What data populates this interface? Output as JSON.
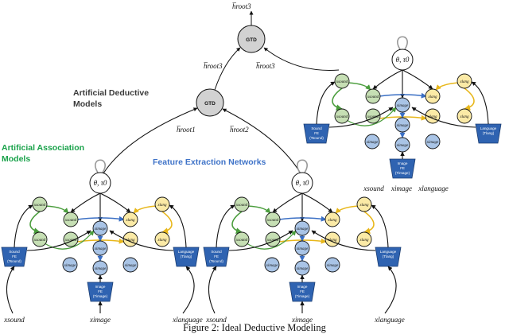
{
  "colors": {
    "green_node": "#c6dfb4",
    "yellow_node": "#fbeaa6",
    "blue_node": "#a9c4e6",
    "fe_block": "#2f63b1",
    "gtd_node": "#d2d2d2",
    "green_edge": "#4a9d3c",
    "yellow_edge": "#e8b71b",
    "blue_edge": "#3a6fc4",
    "heading_green": "#19a24a",
    "heading_blue": "#3f73c8",
    "heading_gray": "#3a3a3a"
  },
  "headings": {
    "deductive": [
      "Artificial Deductive",
      "Models"
    ],
    "association": [
      "Artificial Association",
      "Models"
    ],
    "feature": "Feature Extraction Networks"
  },
  "gtd": {
    "label": "GTD",
    "top_output": "h̅root3",
    "top_inputs": [
      "h̅root3",
      "h̅root3"
    ],
    "mid_inputs": [
      "h̅root1",
      "h̅root2"
    ]
  },
  "root_label": "θ, τ0",
  "inputs": {
    "sound": "xsound",
    "image": "ximage",
    "language": "xlanguage"
  },
  "fe_blocks": {
    "sound": [
      "Sound",
      "FE",
      "(Tsound)"
    ],
    "image": [
      "Image",
      "FE",
      "(Timage)"
    ],
    "language": [
      "Language",
      "(Tlang)"
    ]
  },
  "nodes": {
    "green": [
      "xsound",
      "xsound",
      "xsound",
      "xsound"
    ],
    "yellow": [
      "xlang",
      "xlang",
      "xlang",
      "xlang"
    ],
    "blue": [
      "ximage",
      "ximage",
      "ximage",
      "ximage",
      "ximage"
    ]
  },
  "caption": "Figure 2: Ideal Deductive Modeling"
}
